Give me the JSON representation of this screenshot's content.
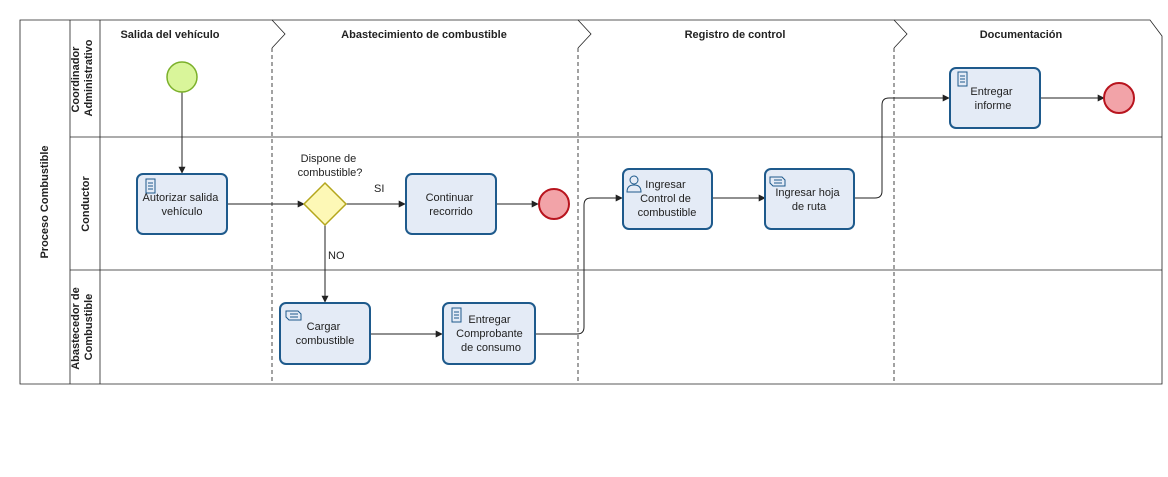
{
  "pool": {
    "label": "Proceso Combustible"
  },
  "lanes": [
    {
      "label_lines": [
        "Coordinador",
        "Administrativo"
      ]
    },
    {
      "label_lines": [
        "Conductor"
      ]
    },
    {
      "label_lines": [
        "Abastecedor de",
        "Combustible"
      ]
    }
  ],
  "phases": [
    {
      "label": "Salida del vehículo"
    },
    {
      "label": "Abastecimiento de combustible"
    },
    {
      "label": "Registro de control"
    },
    {
      "label": "Documentación"
    }
  ],
  "tasks": {
    "autorizar": {
      "lines": [
        "Autorizar salida",
        "vehículo"
      ],
      "icon": "script-icon"
    },
    "continuar": {
      "lines": [
        "Continuar",
        "recorrido"
      ],
      "icon": ""
    },
    "cargar": {
      "lines": [
        "Cargar",
        "combustible"
      ],
      "icon": "manual-icon"
    },
    "entregar_comprobante": {
      "lines": [
        "Entregar",
        "Comprobante",
        "de consumo"
      ],
      "icon": "script-icon"
    },
    "ingresar_control": {
      "lines": [
        "Ingresar",
        "Control de",
        "combustible"
      ],
      "icon": "user-icon"
    },
    "ingresar_hoja": {
      "lines": [
        "Ingresar hoja",
        "de ruta"
      ],
      "icon": "manual-icon"
    },
    "entregar_informe": {
      "lines": [
        "Entregar",
        "informe"
      ],
      "icon": "script-icon"
    }
  },
  "gateway": {
    "question_lines": [
      "Dispone de",
      "combustible?"
    ]
  },
  "flow_labels": {
    "yes": "SI",
    "no": "NO"
  },
  "colors": {
    "start_fill": "#d9f59a",
    "start_stroke": "#7bb02a",
    "end_fill": "#f2a3a8",
    "end_stroke": "#b8141e",
    "gateway_fill": "#fdf8b6",
    "gateway_stroke": "#b4a61c",
    "task_fill": "#e4ebf6",
    "task_stroke": "#1e5a8c"
  }
}
